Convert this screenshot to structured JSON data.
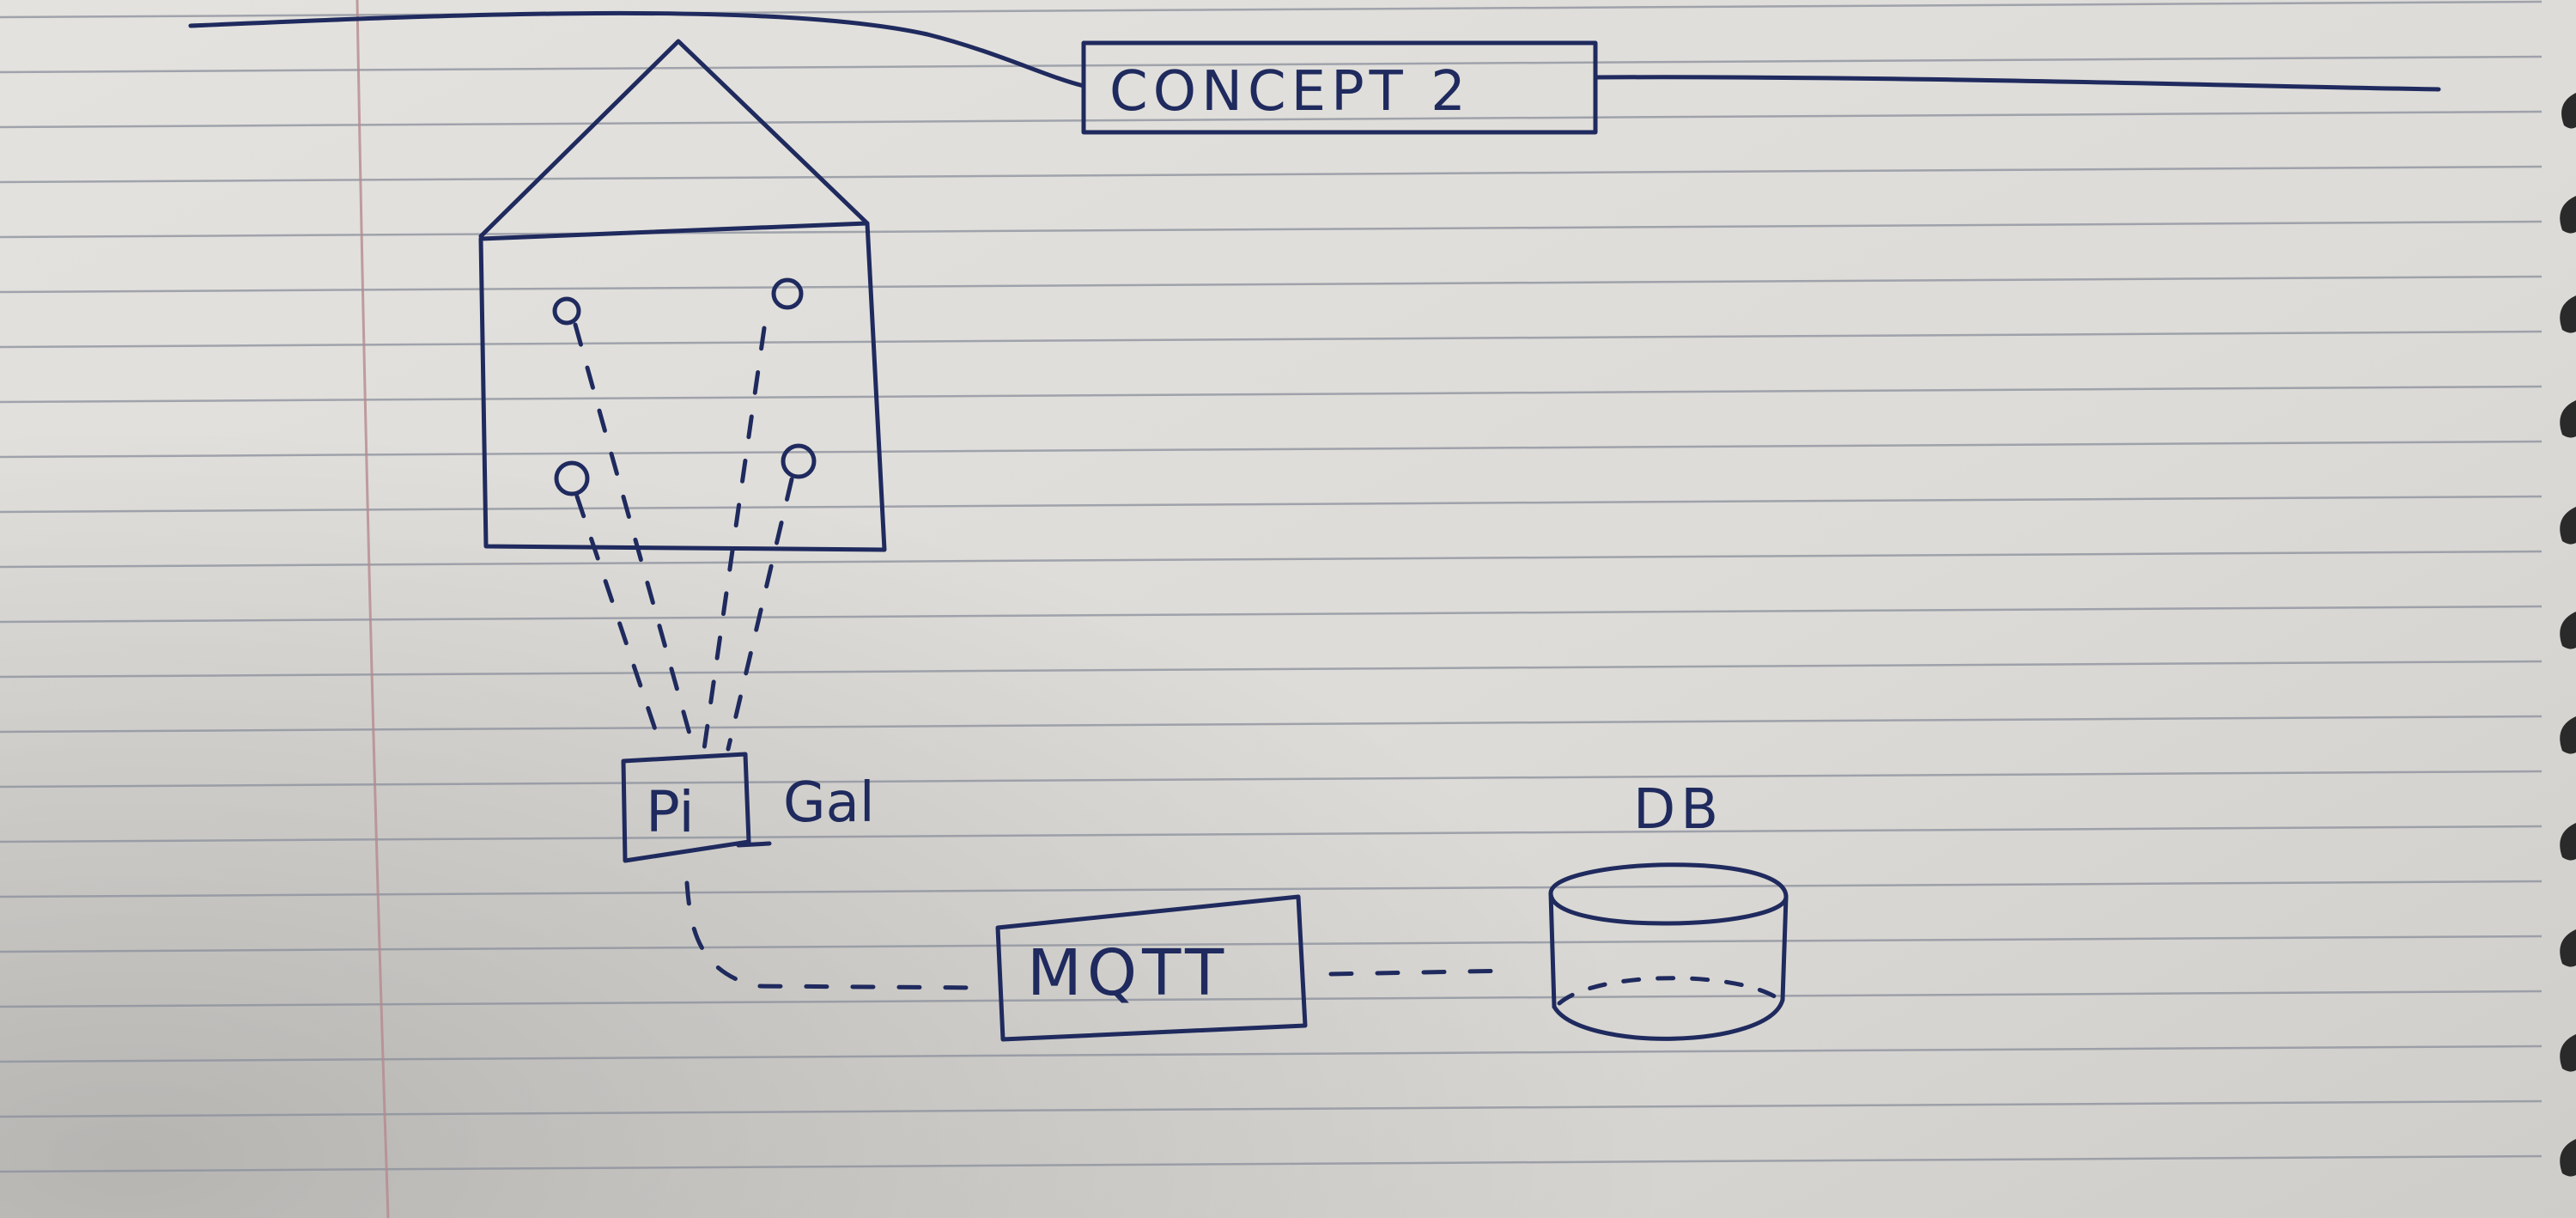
{
  "title": "CONCEPT 2",
  "gateway": {
    "label": "Pi",
    "annotation": "Gal"
  },
  "broker": {
    "label": "MQTT"
  },
  "database": {
    "label": "DB"
  },
  "house": {
    "sensor_count": 4
  },
  "colors": {
    "ink": "#1f2a5e",
    "paper": "#dedcd8",
    "rule": "#8a8f9c",
    "margin": "#b58a8e",
    "binding": "#2a2a2a"
  }
}
